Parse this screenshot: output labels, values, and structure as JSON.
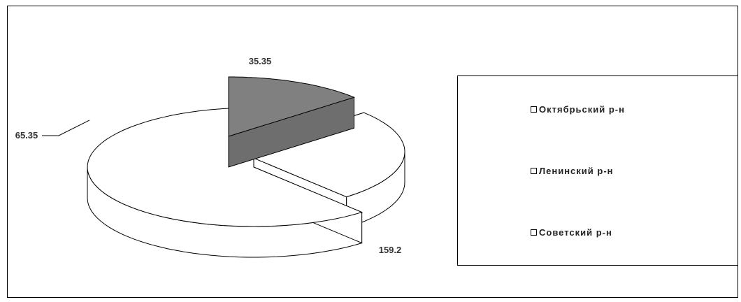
{
  "chart_data": {
    "type": "pie",
    "style": "3d-exploded",
    "categories": [
      "Октябрьский р-н",
      "Ленинский р-н",
      "Советский р-н"
    ],
    "values": [
      35.35,
      65.35,
      159.2
    ],
    "labels": [
      "35.35",
      "65.35",
      "159.2"
    ],
    "colors": [
      "#808080",
      "#ffffff",
      "#ffffff"
    ],
    "legend_position": "right",
    "legend": {
      "items": [
        "Октябрьский р-н",
        "Ленинский р-н",
        "Советский р-н"
      ]
    }
  }
}
